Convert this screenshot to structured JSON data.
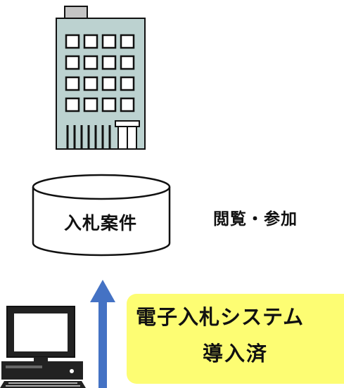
{
  "diagram": {
    "database_label": "入札案件",
    "access_label": "閲覧・参加",
    "callout": {
      "line1": "電子入札システム",
      "line2": "導入済"
    },
    "icons": [
      "office-building-icon",
      "database-cylinder-icon",
      "desktop-computer-icon",
      "arrow-up-icon"
    ],
    "colors": {
      "building_body": "#bcd2d0",
      "building_outline": "#111111",
      "arrow": "#4472c4",
      "callout_fill": "#fdfd73"
    }
  }
}
